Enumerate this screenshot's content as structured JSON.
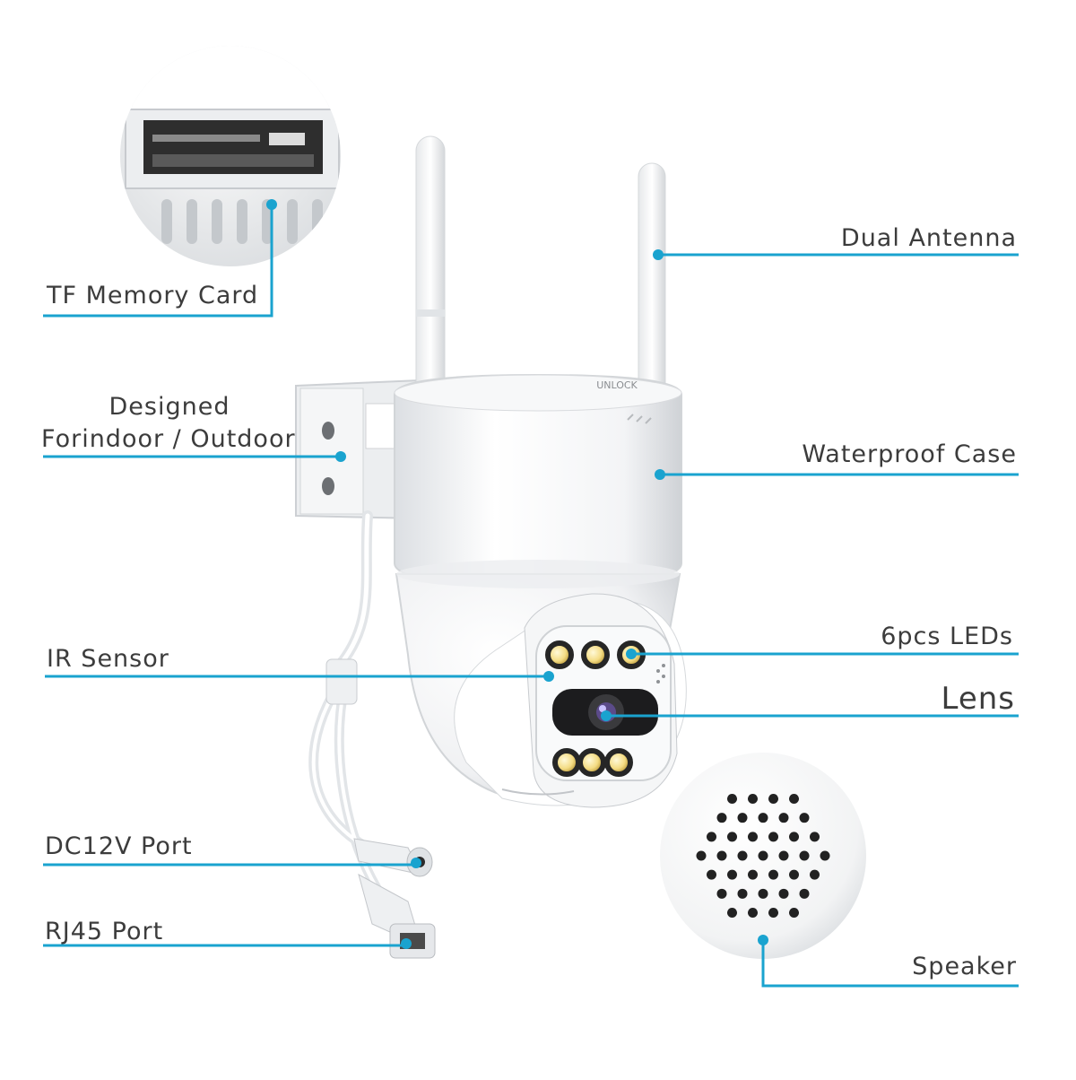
{
  "accent_color": "#1aa3cf",
  "labels": {
    "tf_card": "TF Memory Card",
    "designed_line1": "Designed",
    "designed_line2": "Forindoor / Outdoor",
    "ir_sensor": "IR Sensor",
    "dc_port": "DC12V Port",
    "rj45_port": "RJ45 Port",
    "dual_antenna": "Dual Antenna",
    "waterproof_case": "Waterproof Case",
    "leds": "6pcs  LEDs",
    "lens": "Lens",
    "speaker": "Speaker"
  },
  "case_print": "UNLOCK"
}
